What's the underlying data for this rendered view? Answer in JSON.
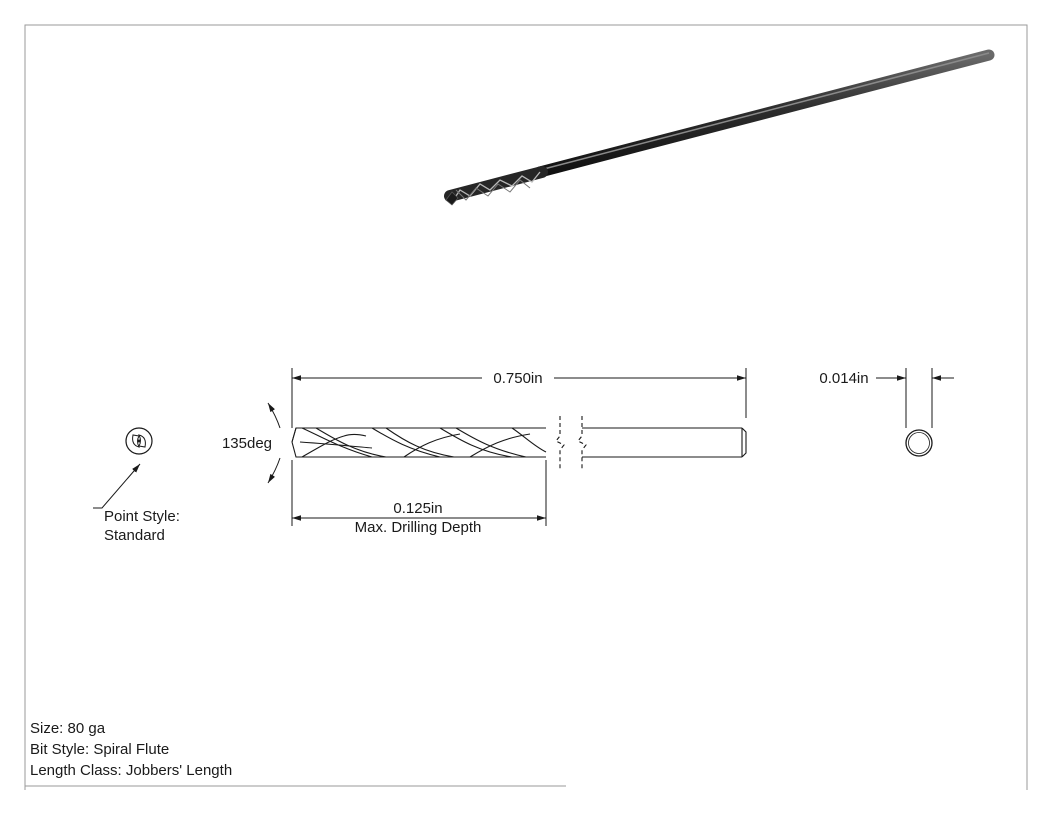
{
  "drawing": {
    "dimensions": {
      "overall_length": "0.750in",
      "diameter": "0.014in",
      "point_angle": "135deg",
      "drilling_depth": "0.125in",
      "drilling_depth_caption": "Max. Drilling Depth"
    },
    "point_style": {
      "line1": "Point Style:",
      "line2": "Standard"
    },
    "specs": {
      "size": "Size: 80 ga",
      "bit_style": "Bit Style: Spiral Flute",
      "length_class": "Length Class: Jobbers' Length"
    }
  }
}
